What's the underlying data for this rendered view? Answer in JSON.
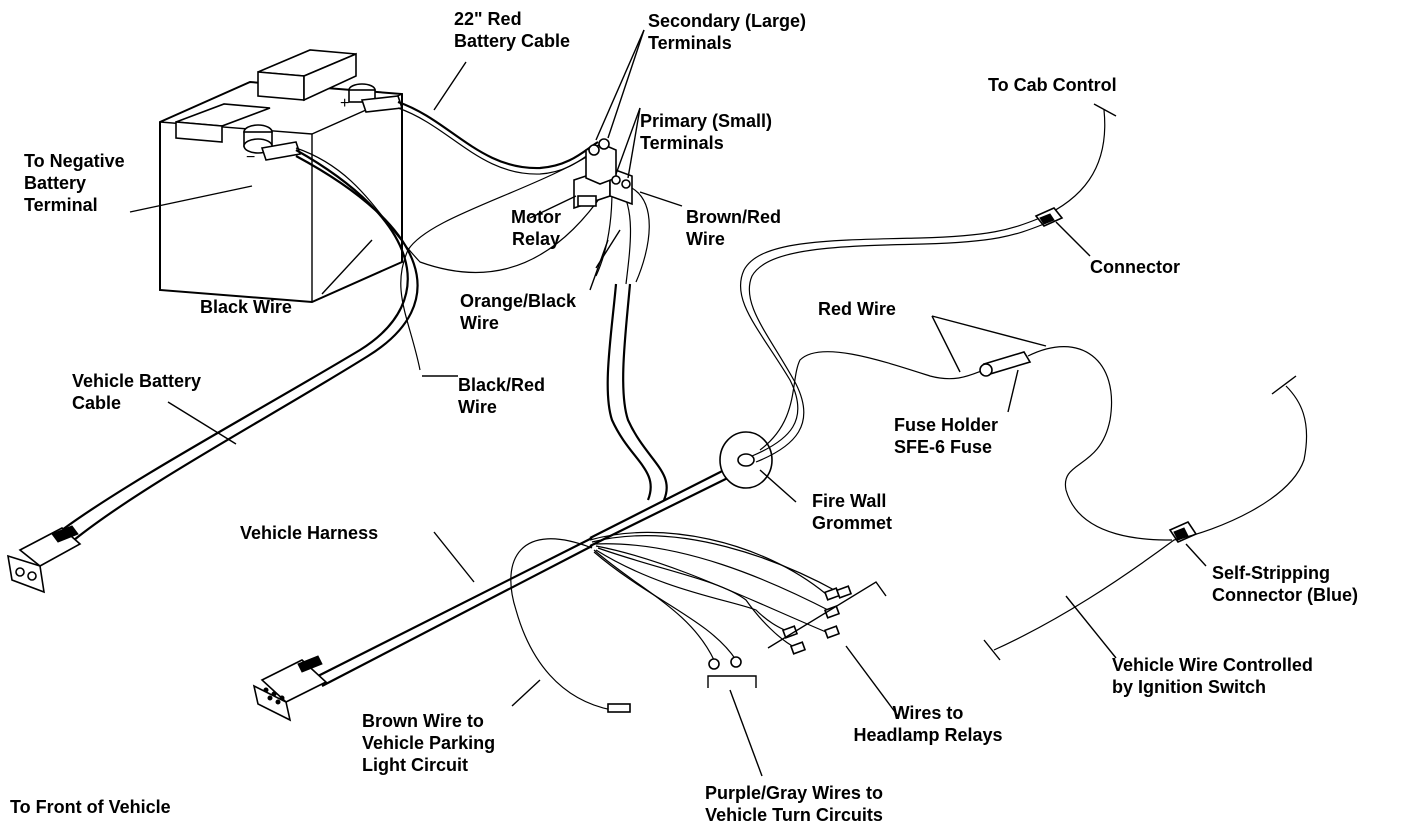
{
  "labels": {
    "red_battery_cable": [
      "22\" Red",
      "Battery Cable"
    ],
    "secondary_terminals": [
      "Secondary (Large)",
      "Terminals"
    ],
    "primary_terminals": [
      "Primary (Small)",
      "Terminals"
    ],
    "negative_terminal": [
      "To Negative",
      "Battery",
      "Terminal"
    ],
    "motor_relay": [
      "Motor",
      "Relay"
    ],
    "brown_red_wire": [
      "Brown/Red",
      "Wire"
    ],
    "black_wire": [
      "Black Wire"
    ],
    "orange_black_wire": [
      "Orange/Black",
      "Wire"
    ],
    "black_red_wire": [
      "Black/Red",
      "Wire"
    ],
    "vehicle_battery_cable": [
      "Vehicle Battery",
      "Cable"
    ],
    "to_cab_control": [
      "To Cab Control"
    ],
    "connector": [
      "Connector"
    ],
    "red_wire": [
      "Red Wire"
    ],
    "fuse_holder": [
      "Fuse Holder",
      "SFE-6 Fuse"
    ],
    "fire_wall_grommet": [
      "Fire Wall",
      "Grommet"
    ],
    "self_stripping_connector": [
      "Self-Stripping",
      "Connector (Blue)"
    ],
    "vehicle_harness": [
      "Vehicle Harness"
    ],
    "vehicle_wire_ignition": [
      "Vehicle Wire Controlled",
      "by Ignition Switch"
    ],
    "brown_wire_parking": [
      "Brown Wire to",
      "Vehicle Parking",
      "Light Circuit"
    ],
    "wires_headlamp": [
      "Wires to",
      "Headlamp Relays"
    ],
    "purple_gray_wires": [
      "Purple/Gray Wires to",
      "Vehicle Turn Circuits"
    ],
    "front_of_vehicle": [
      "To Front of Vehicle"
    ]
  },
  "battery_marks": {
    "negative": "−",
    "positive": "+"
  }
}
